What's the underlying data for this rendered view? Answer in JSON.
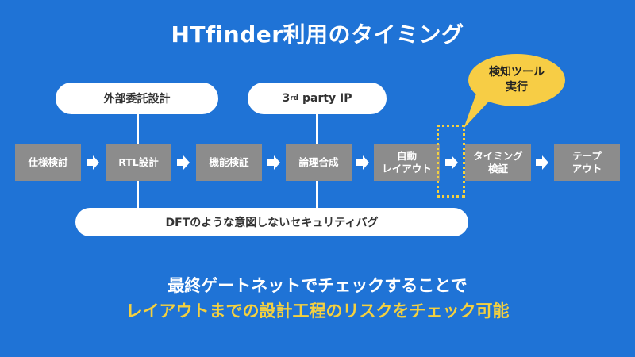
{
  "title": "HTfinder利用のタイミング",
  "top_pills": {
    "outsource": "外部委託設計",
    "third_party_prefix": "3",
    "third_party_sup": "rd",
    "third_party_suffix": " party IP"
  },
  "flow_steps": [
    "仕様検討",
    "RTL設計",
    "機能検証",
    "論理合成",
    "自動\nレイアウト",
    "タイミング\n検証",
    "テープ\nアウト"
  ],
  "dft_pill": "DFTのような意図しないセキュリティバグ",
  "callout": {
    "line1": "検知ツール",
    "line2": "実行"
  },
  "bottom": {
    "line1": "最終ゲートネットでチェックすることで",
    "line2": "レイアウトまでの設計工程のリスクをチェック可能"
  },
  "colors": {
    "background": "#1f73d6",
    "step_box": "#8c8c8c",
    "highlight": "#f4d03f",
    "callout": "#f7cd45"
  }
}
